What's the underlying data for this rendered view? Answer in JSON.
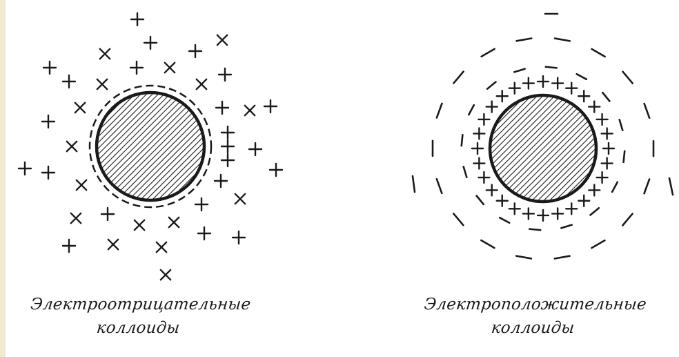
{
  "left_diagram": {
    "caption": "Электроотрицательные\nколлоиды",
    "particle_charge": "negative",
    "marks": [
      "+",
      "+",
      "×",
      "+",
      "×",
      "+",
      "+",
      "+",
      "×",
      "×",
      "×",
      "+",
      "×",
      "+",
      "×",
      "+",
      "+",
      "+",
      "×",
      "+",
      "+",
      "+",
      "+",
      "+",
      "×",
      "+",
      "+",
      "+",
      "×",
      "×",
      "+",
      "×",
      "×",
      "+",
      "+",
      "+",
      "×",
      "×",
      "×",
      "+",
      "+"
    ]
  },
  "right_diagram": {
    "caption": "Электроположительные\nколлоиды",
    "particle_charge": "positive",
    "inner_marks": [
      "+",
      "+",
      "+",
      "+",
      "+",
      "+",
      "+",
      "+",
      "+",
      "+",
      "+",
      "+",
      "+",
      "+",
      "+",
      "+",
      "+",
      "+",
      "+",
      "+",
      "+",
      "+",
      "+",
      "+",
      "+",
      "+",
      "+",
      "+"
    ]
  },
  "colors": {
    "background": "#f1e9d2",
    "panel": "#ffffff",
    "ink": "#1a1a1a"
  }
}
